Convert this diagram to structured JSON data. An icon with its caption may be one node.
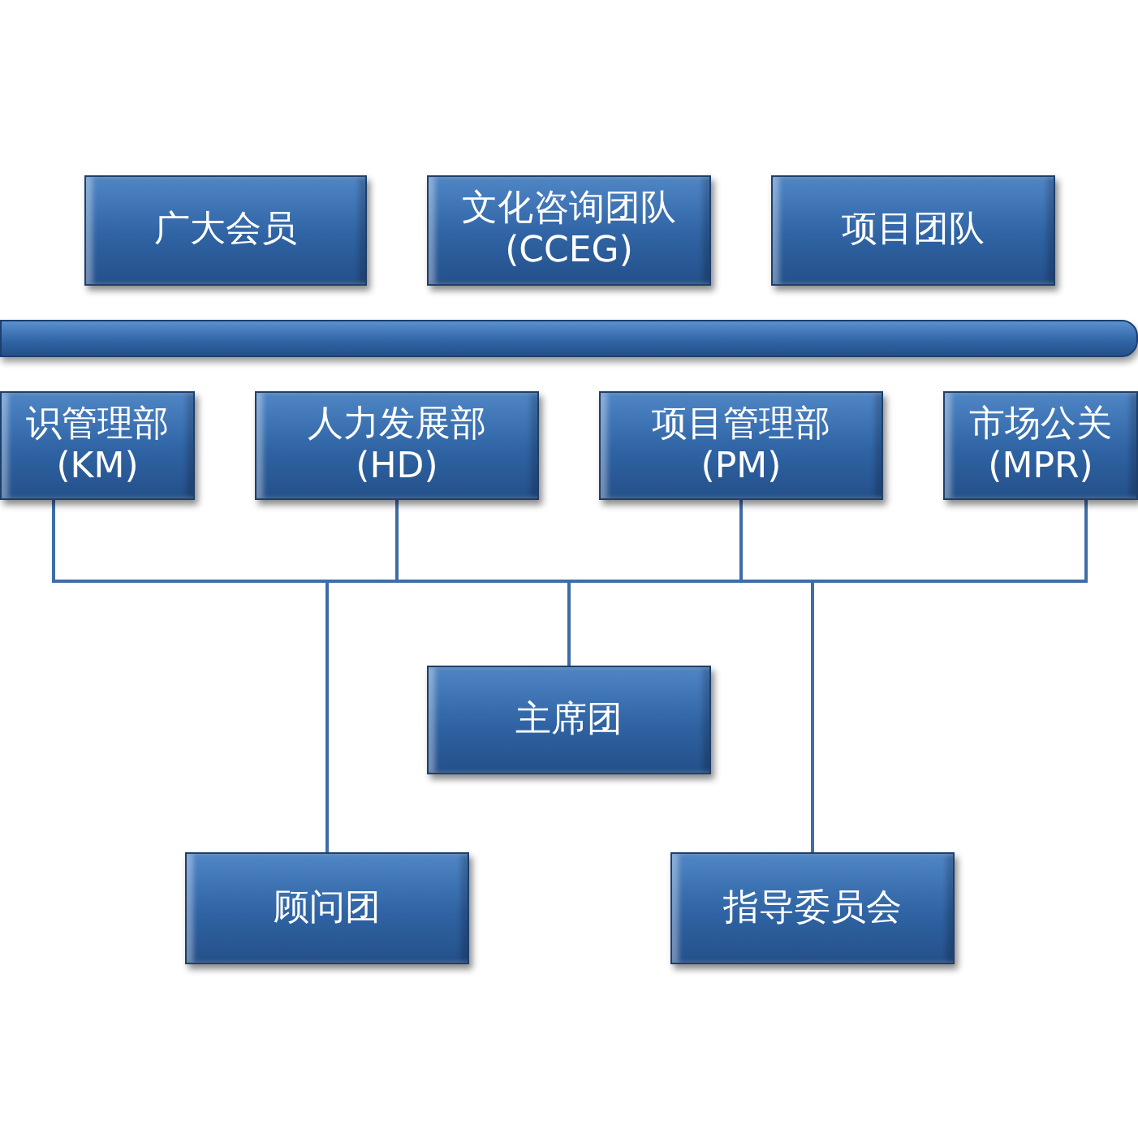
{
  "diagram": {
    "nodes": [
      {
        "text": [
          "广大会员"
        ]
      },
      {
        "text": [
          "文化咨询团队 (CCEG)"
        ]
      },
      {
        "text": [
          "项目团队"
        ]
      },
      {
        "text": [],
        "shape": "bar"
      },
      {
        "text": [
          "识管理部 (KM)"
        ]
      },
      {
        "text": [
          "人力发展部 (HD)"
        ]
      },
      {
        "text": [
          "项目管理部 (PM)"
        ]
      },
      {
        "text": [
          "市场公关 (MPR)"
        ]
      },
      {
        "text": [
          "主席团"
        ]
      },
      {
        "text": [
          "顾问团"
        ]
      },
      {
        "text": [
          "指导委员会"
        ]
      }
    ],
    "edges": [
      {
        "from": 4,
        "to": 8,
        "arrow": "none"
      },
      {
        "from": 5,
        "to": 8,
        "arrow": "none"
      },
      {
        "from": 6,
        "to": 8,
        "arrow": "none"
      },
      {
        "from": 7,
        "to": 8,
        "arrow": "none"
      },
      {
        "from": 8,
        "to": 9,
        "arrow": "none"
      },
      {
        "from": 8,
        "to": 10,
        "arrow": "none"
      }
    ]
  }
}
